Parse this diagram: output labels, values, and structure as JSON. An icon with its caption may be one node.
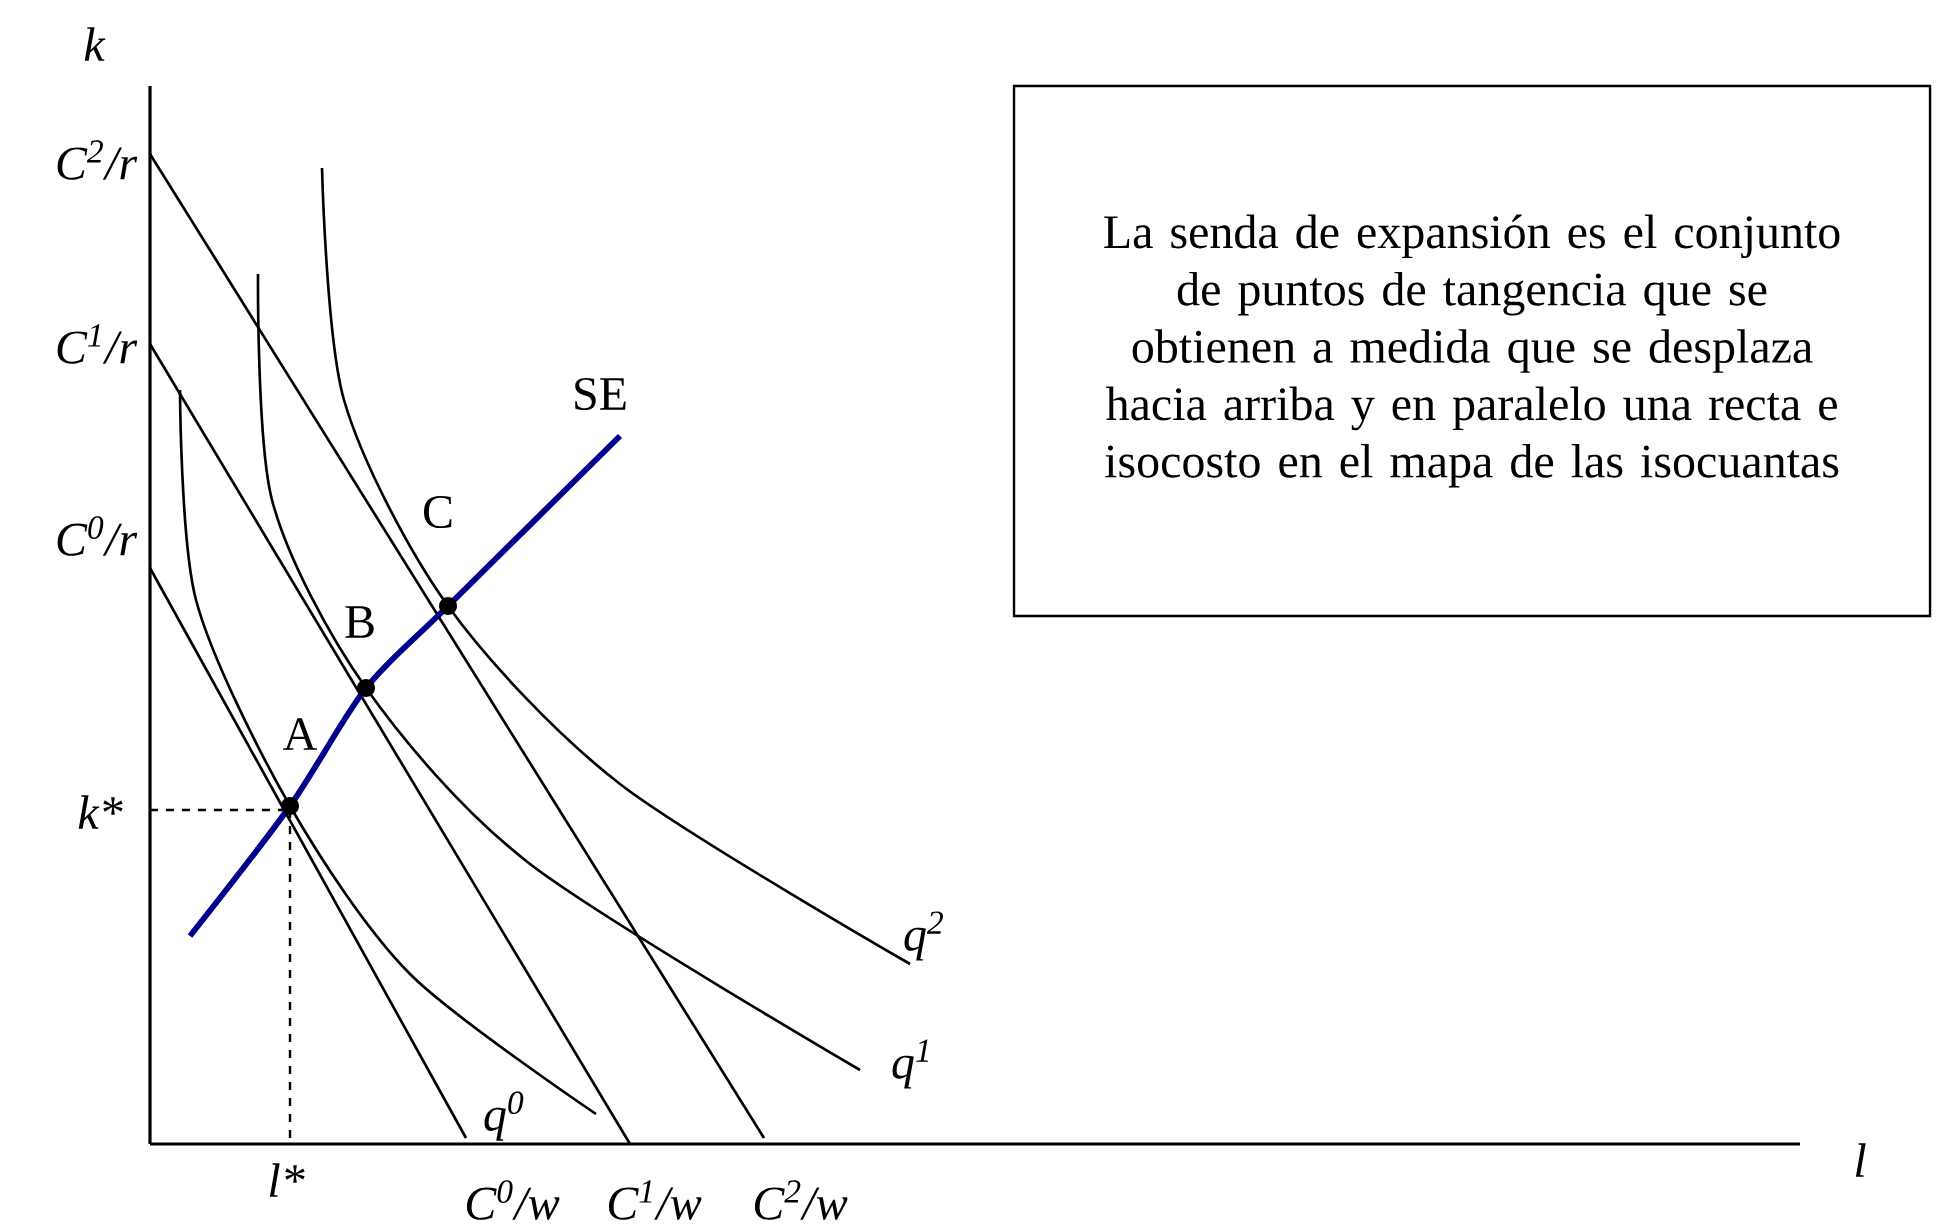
{
  "diagram": {
    "nodes": [
      {
        "text": [
          "La senda de expansión es el conjunto de puntos de tangencia que se obtienen a medida que se desplaza hacia arriba y en paralelo una recta e isocosto en el mapa de las isocuantas"
        ]
      }
    ],
    "labels": [
      "k",
      "C$^{2}$/r",
      "C$^{1}$/r",
      "SE",
      "C",
      "C$^{0}$/r",
      "B",
      "A",
      "k*",
      "q$^{2}$",
      "q$^{1}$",
      "q$^{0}$",
      "l*",
      "C$^{0}$/w",
      "C$^{1}$/w",
      "C$^{2}$/w",
      "l"
    ]
  }
}
